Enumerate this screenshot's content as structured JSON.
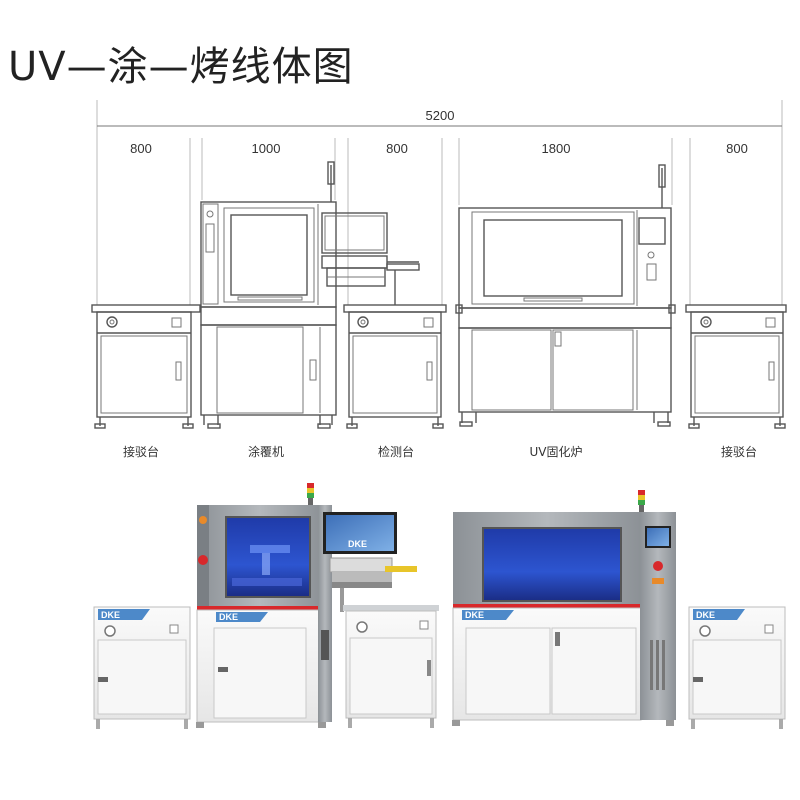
{
  "title": "UV—涂—烤线体图",
  "dimensions": {
    "total": "5200",
    "segments": [
      "800",
      "1000",
      "800",
      "1800",
      "800"
    ]
  },
  "machines": [
    {
      "id": "conveyor-left",
      "label": "接驳台"
    },
    {
      "id": "coating-machine",
      "label": "涂覆机"
    },
    {
      "id": "inspection-table",
      "label": "检测台"
    },
    {
      "id": "uv-curing-oven",
      "label": "UV固化炉"
    },
    {
      "id": "conveyor-right",
      "label": "接驳台"
    }
  ],
  "photo": {
    "brand_text": "DKE",
    "screen_text": "DKE"
  },
  "colors": {
    "line": "#555555",
    "panel_white": "#f3f3f3",
    "frame_grey": "#9a9ea3",
    "window_blue": "#2a46b8",
    "brand_blue": "#4d89c9",
    "accent_red": "#d8282b",
    "lamp_orange": "#e88a2a"
  }
}
